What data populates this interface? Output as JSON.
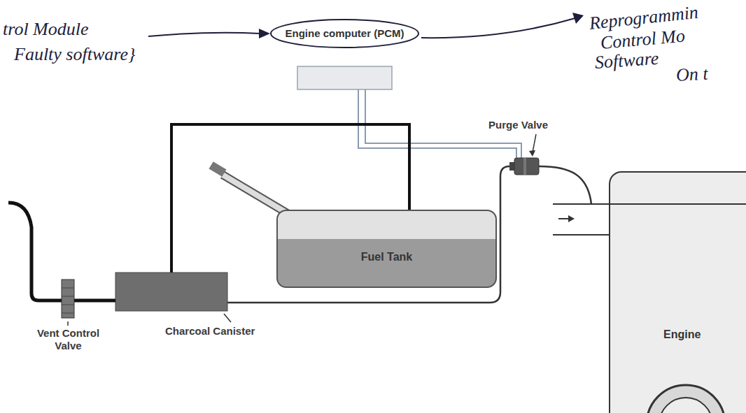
{
  "diagram": {
    "nodes": [
      {
        "text": [
          "Engine computer (PCM)"
        ]
      },
      {
        "text": [
          "Fuel Tank"
        ]
      },
      {
        "text": [
          "Engine"
        ]
      }
    ],
    "labels": [
      "trol Module",
      "Faulty software}",
      "Reprogrammin",
      "Control Mo",
      "Software",
      "On t",
      "Purge Valve",
      "Vent Control Valve",
      "Charcoal Canister"
    ]
  }
}
